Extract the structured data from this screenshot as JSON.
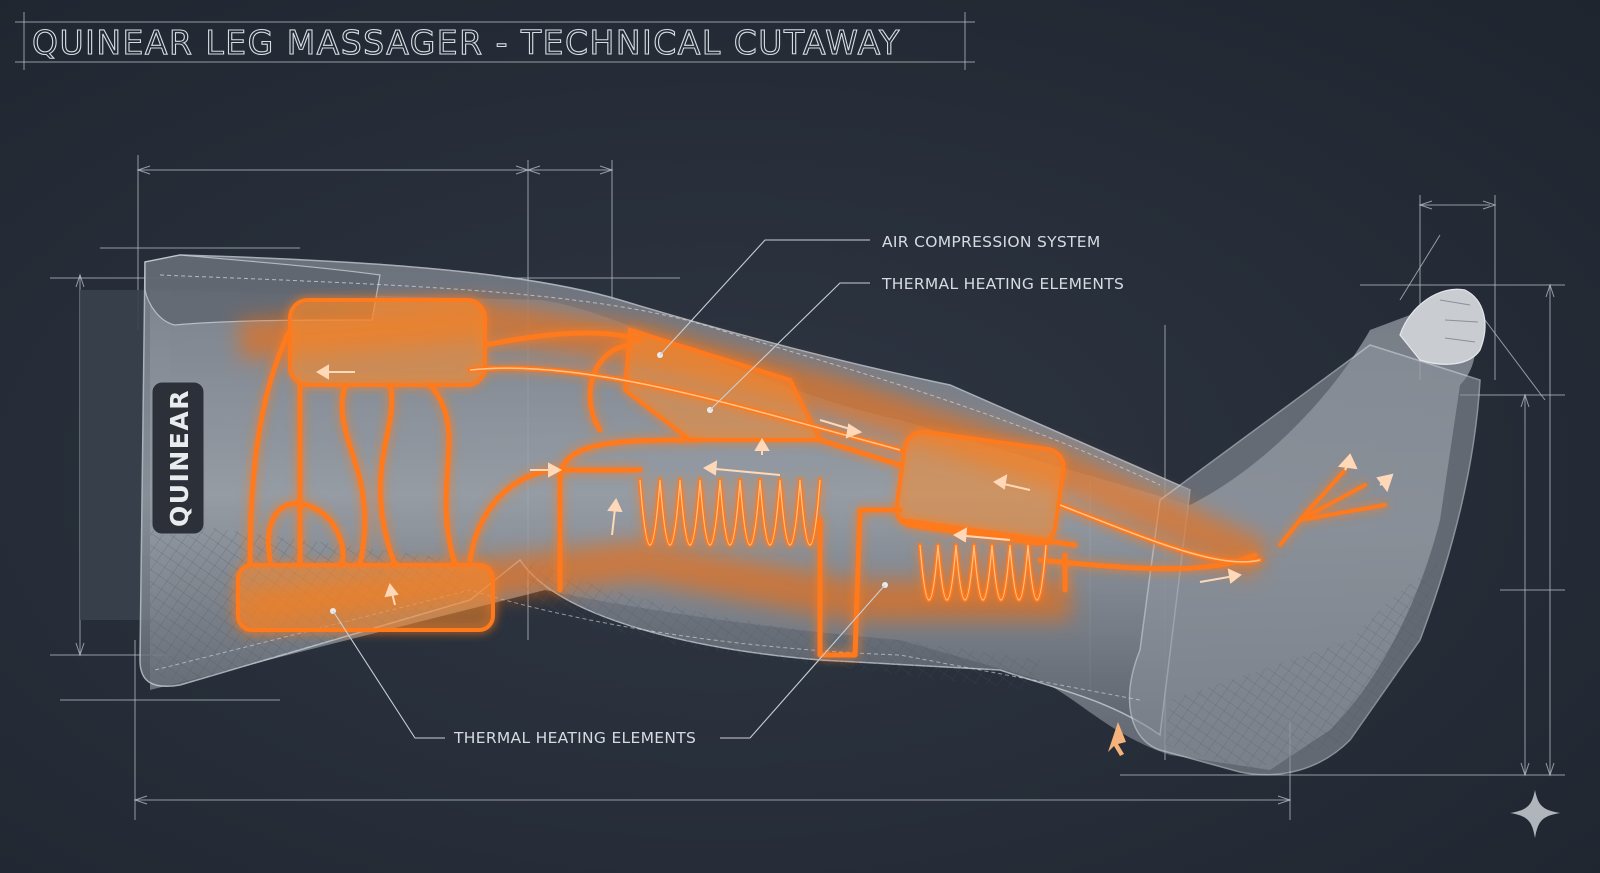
{
  "title": "QUINEAR LEG MASSAGER - TECHNICAL CUTAWAY",
  "brand_label": "QUINEAR",
  "callouts": {
    "air_compression": "AIR COMPRESSION SYSTEM",
    "thermal_upper": "THERMAL HEATING ELEMENTS",
    "thermal_lower": "THERMAL HEATING ELEMENTS"
  },
  "colors": {
    "background": "#262d38",
    "glow": "#ff7a1a",
    "glow_core": "#ffd2a6",
    "line": "#c9cfd6",
    "sleeve": "#6d737d"
  },
  "icons": {
    "corner_badge": "sparkle-icon"
  }
}
